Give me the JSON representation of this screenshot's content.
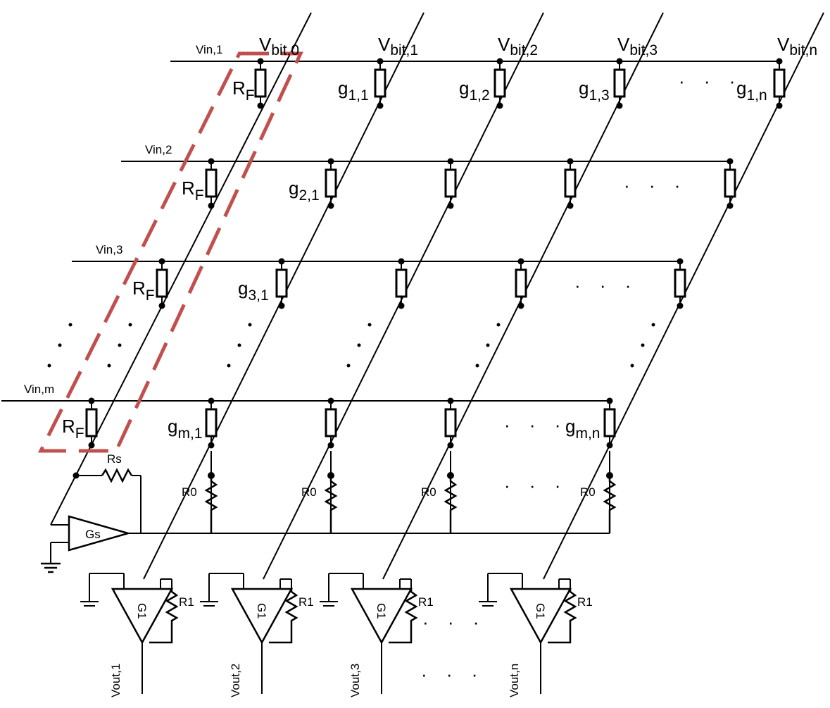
{
  "rows": [
    {
      "label": "Vin,1",
      "rf": "R",
      "rf_sub": "F",
      "cells": [
        {
          "g": "g",
          "sub": "1,1"
        },
        {
          "g": "g",
          "sub": "1,2"
        },
        {
          "g": "g",
          "sub": "1,3"
        },
        {
          "g": "g",
          "sub": "1,n"
        }
      ]
    },
    {
      "label": "Vin,2",
      "rf": "R",
      "rf_sub": "F",
      "cells": [
        {
          "g": "g",
          "sub": "2,1"
        }
      ]
    },
    {
      "label": "Vin,3",
      "rf": "R",
      "rf_sub": "F",
      "cells": [
        {
          "g": "g",
          "sub": "3,1"
        }
      ]
    },
    {
      "label": "Vin,m",
      "rf": "R",
      "rf_sub": "F",
      "cells": [
        {
          "g": "g",
          "sub": "m,1"
        },
        {
          "g": "g",
          "sub": "m,n"
        }
      ]
    }
  ],
  "bitlines": [
    {
      "v": "V",
      "sub": "bit,0"
    },
    {
      "v": "V",
      "sub": "bit,1"
    },
    {
      "v": "V",
      "sub": "bit,2"
    },
    {
      "v": "V",
      "sub": "bit,3"
    },
    {
      "v": "V",
      "sub": "bit,n"
    }
  ],
  "sense": {
    "rs": "Rs",
    "amp": "Gs"
  },
  "columns_bottom": [
    {
      "r0": "R0",
      "amp": "G1",
      "r1": "R1",
      "out": "Vout,1"
    },
    {
      "r0": "R0",
      "amp": "G1",
      "r1": "R1",
      "out": "Vout,2"
    },
    {
      "r0": "R0",
      "amp": "G1",
      "r1": "R1",
      "out": "Vout,3"
    },
    {
      "r0": "R0",
      "amp": "G1",
      "r1": "R1",
      "out": "Vout,n"
    }
  ],
  "ellipsis": "· · ·",
  "colors": {
    "wire": "#000000",
    "feedback_highlight": "#c0504d"
  }
}
